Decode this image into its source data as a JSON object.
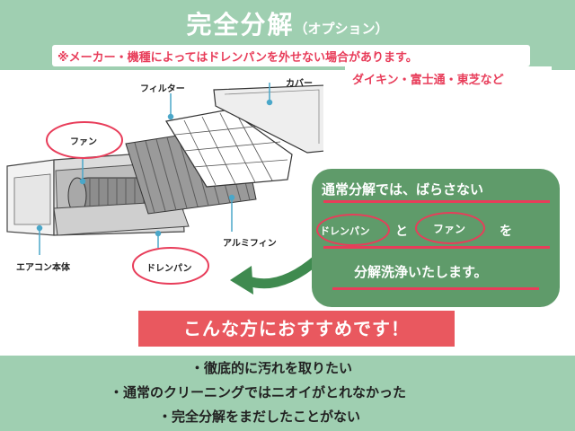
{
  "header": {
    "title": "完全分解",
    "title_suffix": "（オプション）",
    "warning": "※メーカー・機種によってはドレンパンを外せない場合があります。",
    "brands": "ダイキン・富士通・東芝など"
  },
  "diagram": {
    "labels": {
      "filter": "フィルター",
      "cover": "カバー",
      "fan": "ファン",
      "fin": "アルミフィン",
      "unit": "エアコン本体",
      "drain_pan": "ドレンパン"
    }
  },
  "callout": {
    "line1": "通常分解では、ばらさない",
    "drain_pan": "ドレンパン",
    "and": "と",
    "fan": "ファン",
    "wo": "を",
    "line3": "分解洗浄いたします。"
  },
  "recommend": {
    "banner": "こんな方におすすめです！",
    "items": [
      "・徹底的に汚れを取りたい",
      "・通常のクリーニングではニオイがとれなかった",
      "・完全分解をまだしたことがない"
    ]
  },
  "colors": {
    "green_light": "#9fcfb1",
    "green_dark": "#5f9b6a",
    "red": "#e83d5a",
    "pink": "#e9585f"
  }
}
